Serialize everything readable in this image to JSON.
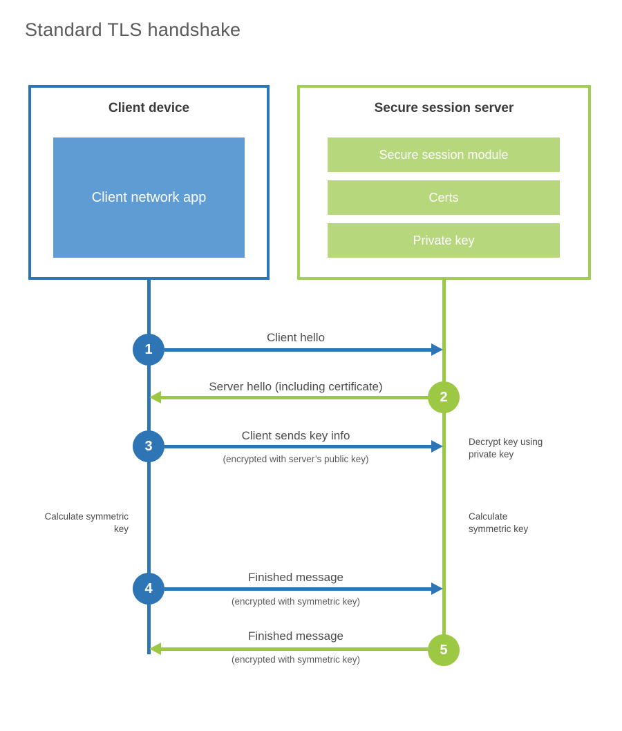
{
  "title": "Standard TLS handshake",
  "client": {
    "title": "Client device",
    "app": "Client network app"
  },
  "server": {
    "title": "Secure session server",
    "modules": [
      "Secure session module",
      "Certs",
      "Private key"
    ]
  },
  "steps": [
    {
      "num": "1",
      "label": "Client hello",
      "sub": "",
      "direction": "right",
      "color": "blue"
    },
    {
      "num": "2",
      "label": "Server hello (including certificate)",
      "sub": "",
      "direction": "left",
      "color": "green"
    },
    {
      "num": "3",
      "label": "Client sends key info",
      "sub": "(encrypted with server’s public key)",
      "direction": "right",
      "color": "blue"
    },
    {
      "num": "4",
      "label": "Finished message",
      "sub": "(encrypted with symmetric key)",
      "direction": "right",
      "color": "blue"
    },
    {
      "num": "5",
      "label": "Finished message",
      "sub": "(encrypted with symmetric key)",
      "direction": "left",
      "color": "green"
    }
  ],
  "notes": {
    "decrypt_key": "Decrypt key using private key",
    "calculate_left": "Calculate symmetric key",
    "calculate_right": "Calculate symmetric key"
  },
  "colors": {
    "blue": "#2e75b6",
    "blue_light": "#5e9cd3",
    "green": "#9dc843",
    "green_light": "#b6d77c",
    "green_border": "#a3ce55"
  }
}
